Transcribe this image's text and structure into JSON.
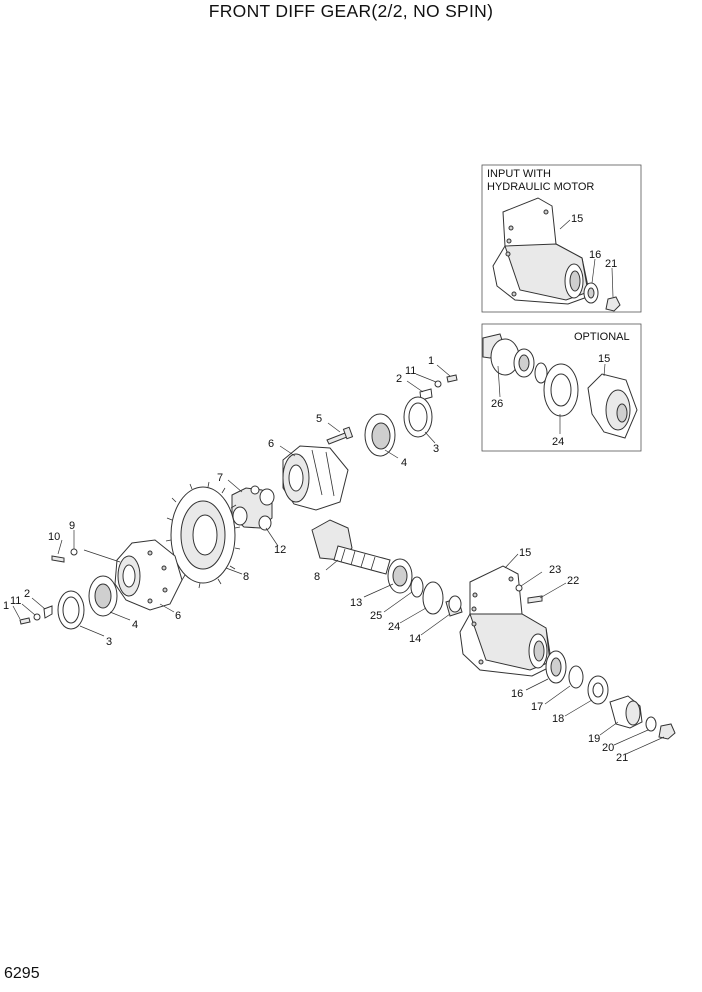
{
  "title": "FRONT DIFF GEAR(2/2, NO SPIN)",
  "page_number": "6295",
  "inset_hydraulic": {
    "caption_line1": "INPUT WITH",
    "caption_line2": "HYDRAULIC MOTOR",
    "labels": [
      "15",
      "16",
      "21"
    ]
  },
  "inset_optional": {
    "caption": "OPTIONAL",
    "labels": [
      "15",
      "24",
      "26"
    ]
  },
  "callouts": {
    "c1a": "1",
    "c11a": "11",
    "c2a": "2",
    "c3a": "3",
    "c4a": "4",
    "c5": "5",
    "c6a": "6",
    "c7": "7",
    "c12": "12",
    "c8a": "8",
    "c8b": "8",
    "c10": "10",
    "c9": "9",
    "c6b": "6",
    "c4b": "4",
    "c3b": "3",
    "c1b": "1",
    "c11b": "11",
    "c2b": "2",
    "c15": "15",
    "c23": "23",
    "c22": "22",
    "c13": "13",
    "c25": "25",
    "c24": "24",
    "c14": "14",
    "c16": "16",
    "c17": "17",
    "c18": "18",
    "c19": "19",
    "c20": "20",
    "c21": "21"
  }
}
